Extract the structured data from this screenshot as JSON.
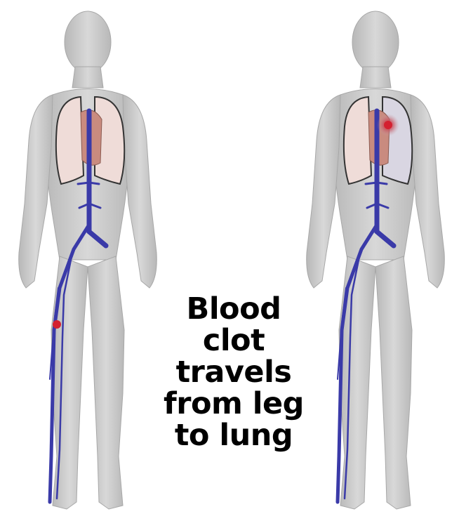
{
  "caption": {
    "lines": [
      "Blood",
      "clot",
      "travels",
      "from leg",
      "to lung"
    ]
  },
  "figures": [
    {
      "id": "before",
      "clot_location": "leg"
    },
    {
      "id": "after",
      "clot_location": "lung"
    }
  ],
  "colors": {
    "body": "#cfcfcf",
    "body_shade": "#b9b9b9",
    "lung": "#efdcd8",
    "heart": "#c98b7f",
    "vein": "#3a3aa8",
    "clot": "#d42030"
  }
}
